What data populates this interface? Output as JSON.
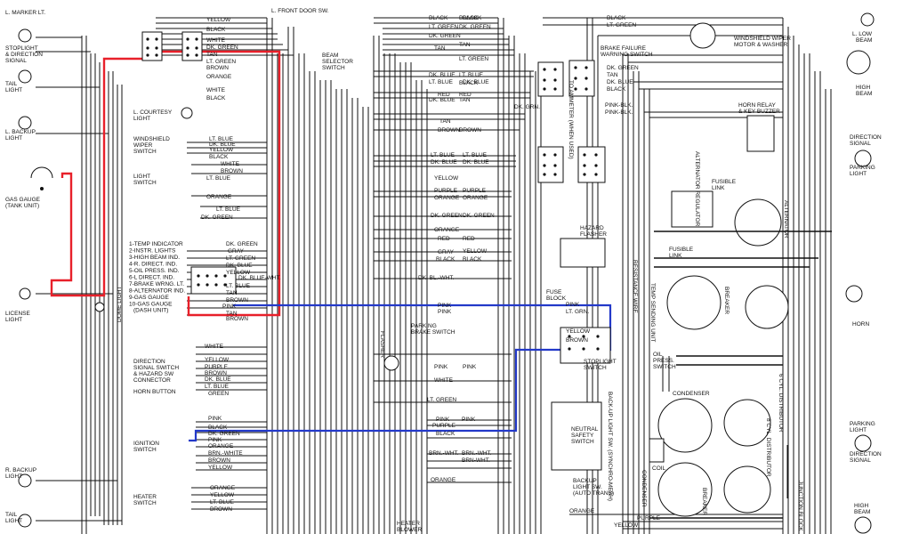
{
  "colors": {
    "wire": "#111111",
    "highlight_red": "#e8202a",
    "highlight_blue": "#2339c9",
    "background": "#ffffff"
  },
  "components": {
    "l_marker_lt": "L. MARKER LT.",
    "stoplight_direction_signal": [
      "STOPLIGHT",
      "& DIRECTION",
      "SIGNAL"
    ],
    "tail_light_top": [
      "TAIL",
      "LIGHT"
    ],
    "l_backup_light": [
      "L. BACKUP",
      "LIGHT"
    ],
    "gas_gauge_tank": [
      "GAS GAUGE",
      "(TANK UNIT)"
    ],
    "license_light": [
      "LICENSE",
      "LIGHT"
    ],
    "r_backup_light": [
      "R. BACKUP",
      "LIGHT"
    ],
    "tail_light_bottom": [
      "TAIL",
      "LIGHT"
    ],
    "l_courtesy_light": [
      "L. COURTESY",
      "LIGHT"
    ],
    "windshield_wiper_switch": [
      "WINDSHIELD",
      "WIPER",
      "SWITCH"
    ],
    "light_switch": [
      "LIGHT",
      "SWITCH"
    ],
    "indicator_legend": [
      "1-TEMP INDICATOR",
      "2-INSTR. LIGHTS",
      "3-HIGH BEAM IND.",
      "4-R. DIRECT. IND.",
      "5-OIL PRESS. IND.",
      "6-L DIRECT. IND.",
      "7-BRAKE WRNG. LT.",
      "8-ALTERNATOR IND.",
      "9-GAS GAUGE",
      "10-GAS GAUGE",
      "(DASH UNIT)"
    ],
    "dome_light": [
      "DOME",
      "LIGHT"
    ],
    "direction_signal_switch": [
      "DIRECTION",
      "SIGNAL SWITCH",
      "& HAZARD SW",
      "CONNECTOR"
    ],
    "horn_button": "HORN BUTTON",
    "ignition_switch": [
      "IGNITION",
      "SWITCH"
    ],
    "heater_switch": [
      "HEATER",
      "SWITCH"
    ],
    "l_front_door_sw": "L. FRONT DOOR SW.",
    "beam_selector_switch": [
      "BEAM",
      "SELECTOR",
      "SWITCH"
    ],
    "to_ammeter": [
      "TO AMMETER",
      "(WHEN USED)"
    ],
    "brake_failure_warning_switch": [
      "BRAKE FAILURE",
      "WARNING SWITCH"
    ],
    "windshield_wiper_motor": [
      "WINDSHIELD WIPER",
      "MOTOR & WASHER"
    ],
    "l_low_beam": [
      "L. LOW",
      "BEAM"
    ],
    "high_beam_top": [
      "HIGH",
      "BEAM"
    ],
    "direction_signal_right": [
      "DIRECTION",
      "SIGNAL"
    ],
    "parking_light_top": [
      "PARKING",
      "LIGHT"
    ],
    "horn_relay": [
      "HORN RELAY",
      "& KEY BUZZER"
    ],
    "alternator_regulator": [
      "ALTERNATOR",
      "REGULATOR"
    ],
    "fusible_link_a": [
      "FUSIBLE",
      "LINK"
    ],
    "fusible_link_b": [
      "FUSIBLE",
      "LINK"
    ],
    "alternator": "ALTERNATOR",
    "hazard_flasher": [
      "HAZARD",
      "FLASHER"
    ],
    "fuse_block": [
      "FUSE",
      "BLOCK"
    ],
    "flasher": "FLASHER",
    "parking_brake_switch": [
      "PARKING",
      "BRAKE SWITCH"
    ],
    "stoplight_switch": [
      "STOPLIGHT",
      "SWITCH"
    ],
    "temp_sending_unit": "TEMP SENDING UNIT",
    "oil_press_switch": [
      "OIL",
      "PRESS.",
      "SWITCH"
    ],
    "backup_light_sw_manual": [
      "BACK-UP LIGHT SW.",
      "(SYNCHRO-MESH)"
    ],
    "neutral_safety_switch": [
      "NEUTRAL",
      "SAFETY",
      "SWITCH"
    ],
    "backup_light_sw_auto": [
      "BACKUP",
      "LIGHT SW.",
      "(AUTO TRANS)"
    ],
    "resistance_wire": "RESISTANCE WIRE",
    "distributor_8cyl": [
      "8 CYL.",
      "DISTRIBUTOR"
    ],
    "distributor_6cyl": "6 CYL. DISTRIBUTOR",
    "breaker": "BREAKER",
    "condenser": "CONDENSER",
    "coil": "COIL",
    "horn": "HORN",
    "parking_light_bottom": [
      "PARKING",
      "LIGHT"
    ],
    "direction_signal_bottom": [
      "DIRECTION",
      "SIGNAL"
    ],
    "high_beam_bottom": [
      "HIGH",
      "BEAM"
    ],
    "heater_blower": [
      "HEATER",
      "BLOWER"
    ],
    "junction_block": [
      "JUNCTION",
      "BLOCK"
    ]
  },
  "wire_labels": {
    "a1": "YELLOW",
    "a2": "BLACK",
    "a3": "WHITE",
    "a4": "DK. GREEN",
    "a5": "TAN",
    "a6": "LT. GREEN",
    "a7": "BROWN",
    "a8": "ORANGE",
    "a9": "WHITE",
    "a10": "BLACK",
    "b1": "LT. BLUE",
    "b2": "DK. BLUE",
    "b3": "YELLOW",
    "b4": "BLACK",
    "c1": "WHITE",
    "c2": "BROWN",
    "c3": "LT. BLUE",
    "c4": "ORANGE",
    "c5": "LT. BLUE",
    "c6": "DK. GREEN",
    "d1": "DK. GREEN",
    "d2": "GRAY",
    "d3": "LT. GREEN",
    "d4": "DK. BLUE",
    "d5": "DK. BLUE-WHT.",
    "d6": "YELLOW",
    "d7": "LT. BLUE",
    "d8": "TAN",
    "d9": "BROWN",
    "d10": "PINK",
    "d11": "TAN",
    "d12": "BROWN",
    "e1": "WHITE",
    "e2": "YELLOW",
    "e3": "PURPLE",
    "e4": "BROWN",
    "e5": "DK. BLUE",
    "e6": "LT. BLUE",
    "e7": "GREEN",
    "f1": "PINK",
    "f2": "BLACK",
    "f3": "DK. GREEN",
    "f4": "PINK",
    "f5": "ORANGE",
    "f6": "BRN.-WHITE",
    "f7": "BROWN",
    "f8": "YELLOW",
    "g1": "ORANGE",
    "g2": "YELLOW",
    "g3": "LT. BLUE",
    "g4": "BROWN",
    "h1": "BLACK",
    "h2": "LT. GREEN",
    "h3": "DK. GREEN",
    "h4": "TAN",
    "h5": "DK. BLUE",
    "h6": "LT. BLUE",
    "h7": "DK. BLUE",
    "h8": "RED",
    "h9": "TAN",
    "h10": "BROWN",
    "i1": "BLACK",
    "i2": "DK. GREEN",
    "i3": "TAN",
    "i4": "LT. GREEN",
    "i5": "LT. BLUE",
    "i6": "BLACK",
    "i7": "RED",
    "i8": "TAN",
    "i9": "BROWN",
    "j1": "LT. BLUE",
    "j2": "DK. BLUE",
    "j3": "YELLOW",
    "j4": "PURPLE",
    "j5": "ORANGE",
    "j6": "DK. GREEN",
    "j7": "ORANGE",
    "j8": "RED",
    "k1": "GRAY",
    "k2": "BLACK",
    "k3": "DK. BL.-WHT.",
    "k4": "PINK",
    "k5": "PINK",
    "l1": "PINK",
    "l2": "WHITE",
    "l3": "LT. GREEN",
    "l4": "PINK",
    "l5": "PURPLE",
    "l6": "BLACK",
    "l7": "BRN.-WHT.",
    "l8": "ORANGE",
    "m1": "BRN.-WHT.",
    "m2": "PINK",
    "m3": "BRN-WHT.",
    "m4": "DK. GRN.",
    "m5": "PINK-BLK.",
    "n1": "BLACK",
    "n2": "LT. GREEN",
    "n3": "DK. GREEN",
    "n4": "TAN",
    "n5": "DK. BLUE",
    "n6": "BLACK",
    "o1": "YELLOW",
    "o2": "ORANGE",
    "o3": "PURPLE",
    "p1": "LT. BLUE",
    "p2": "DK. GREEN",
    "p3": "YELLOW",
    "p4": "BLACK",
    "p5": "PINK",
    "p6": "LT. GRN.",
    "p7": "PINK",
    "p8": "YELLOW",
    "q1": "BROWN",
    "q2": "DK. BLUE",
    "q3": "PURPLE",
    "q4": "ORANGE",
    "q5": "PINK-BLK.",
    "q6": "RED",
    "q7": "BLACK",
    "q8": "DK. BLUE"
  }
}
